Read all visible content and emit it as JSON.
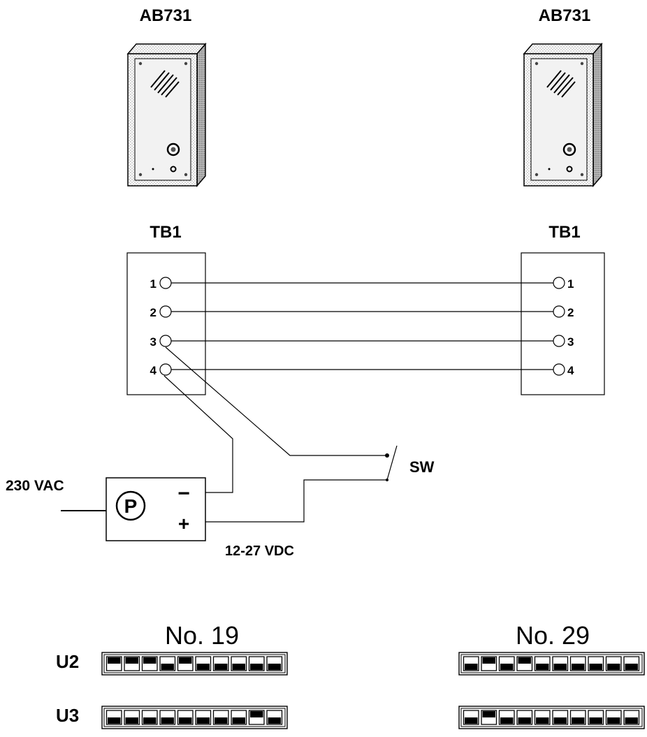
{
  "devices": {
    "left": {
      "model": "AB731",
      "terminal_block": "TB1"
    },
    "right": {
      "model": "AB731",
      "terminal_block": "TB1"
    }
  },
  "terminals": [
    "1",
    "2",
    "3",
    "4"
  ],
  "power_supply": {
    "symbol": "P",
    "input_label": "230 VAC",
    "output_label": "12-27 VDC",
    "minus": "−",
    "plus": "+"
  },
  "switch": {
    "label": "SW"
  },
  "dip_switches": {
    "row_labels": [
      "U2",
      "U3"
    ],
    "left": {
      "title": "No. 19",
      "U2": [
        1,
        1,
        1,
        0,
        1,
        0,
        0,
        0,
        0,
        0
      ],
      "U3": [
        0,
        0,
        0,
        0,
        0,
        0,
        0,
        0,
        1,
        0
      ]
    },
    "right": {
      "title": "No. 29",
      "U2": [
        0,
        1,
        0,
        1,
        0,
        0,
        0,
        0,
        0,
        0
      ],
      "U3": [
        0,
        1,
        0,
        0,
        0,
        0,
        0,
        0,
        0,
        0
      ]
    }
  }
}
